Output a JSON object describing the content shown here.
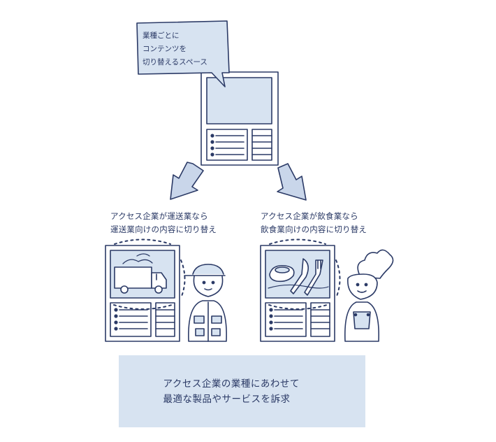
{
  "top_panel": {
    "callout_lines": [
      "業種ごとに",
      "コンテンツを",
      "切り替えるスペース"
    ]
  },
  "left_branch": {
    "caption_lines": [
      "アクセス企業が運送業なら",
      "運送業向けの内容に切り替え"
    ]
  },
  "right_branch": {
    "caption_lines": [
      "アクセス企業が飲食業なら",
      "飲食業向けの内容に切り替え"
    ]
  },
  "summary": {
    "lines": [
      "アクセス企業の業種にあわせて",
      "最適な製品やサービスを訴求"
    ]
  },
  "colors": {
    "ink": "#2b3a66",
    "fill": "#d7e3f1",
    "arrow_fill": "#c9d6ea"
  },
  "icons": [
    "speech-bubble-icon",
    "truck-icon",
    "delivery-worker-icon",
    "cutlery-icon",
    "chef-icon"
  ]
}
